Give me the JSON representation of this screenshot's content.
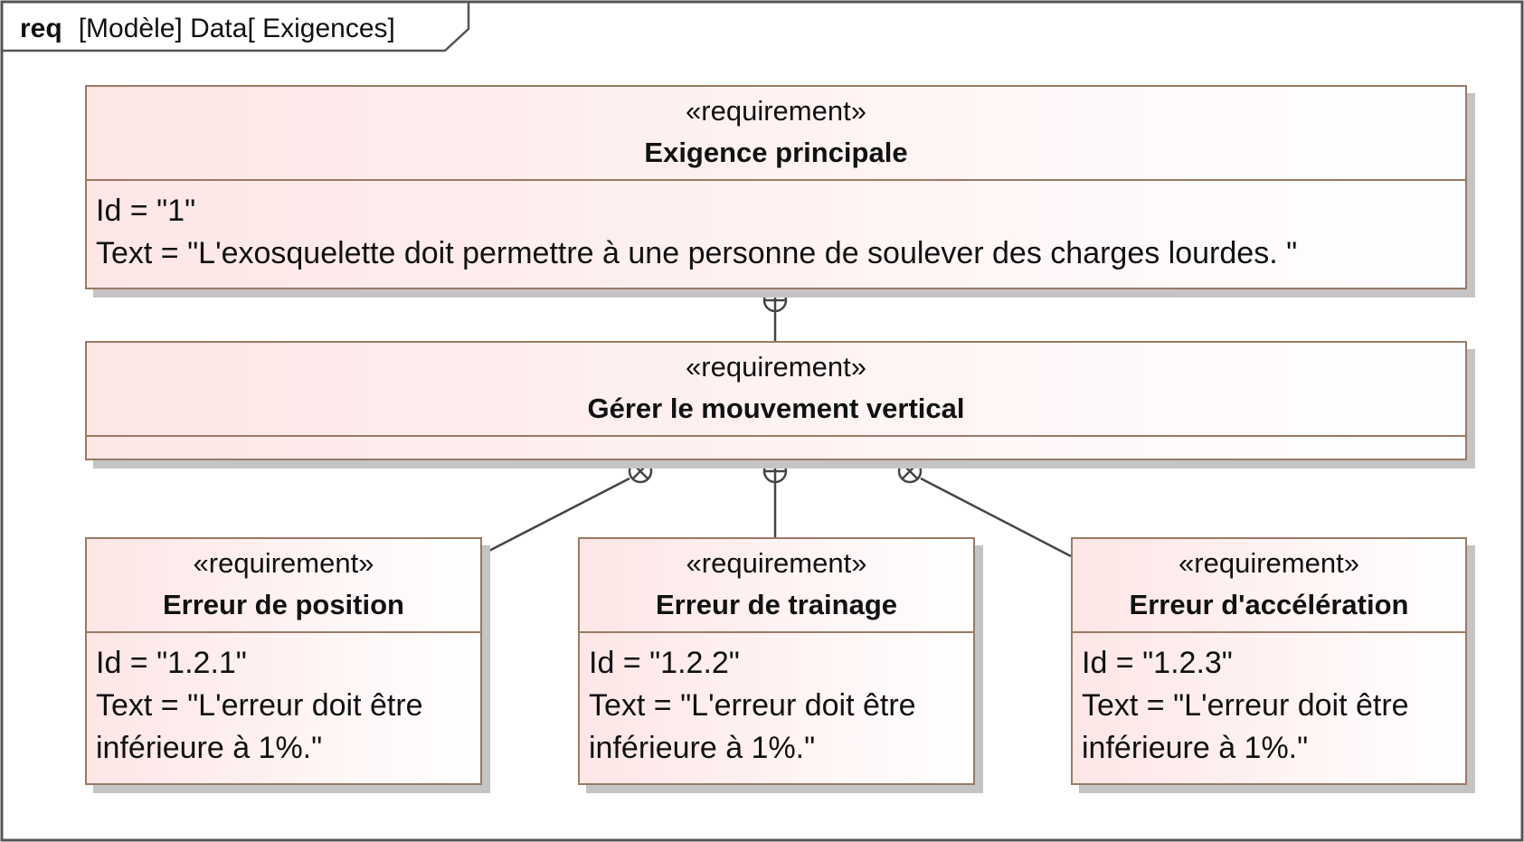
{
  "frame": {
    "keyword": "req",
    "label": "[Modèle] Data[ Exigences]"
  },
  "requirements": {
    "main": {
      "stereotype": "«requirement»",
      "name": "Exigence principale",
      "id_text": "Id = \"1\"",
      "text_lines": [
        "Text = \"L'exosquelette doit permettre à une personne de soulever des charges lourdes. \""
      ]
    },
    "vertical": {
      "stereotype": "«requirement»",
      "name": "Gérer le mouvement vertical"
    },
    "position": {
      "stereotype": "«requirement»",
      "name": "Erreur de position",
      "id_text": "Id = \"1.2.1\"",
      "text_lines": [
        "Text = \"L'erreur doit être",
        "inférieure à 1%.\""
      ]
    },
    "trainage": {
      "stereotype": "«requirement»",
      "name": "Erreur de trainage",
      "id_text": "Id = \"1.2.2\"",
      "text_lines": [
        "Text = \"L'erreur doit être",
        "inférieure à 1%.\""
      ]
    },
    "acceleration": {
      "stereotype": "«requirement»",
      "name": "Erreur d'accélération",
      "id_text": "Id = \"1.2.3\"",
      "text_lines": [
        "Text = \"L'erreur doit être",
        "inférieure à 1%.\""
      ]
    }
  },
  "relations": [
    {
      "type": "containment",
      "from": "Exigence principale",
      "to": "Gérer le mouvement vertical"
    },
    {
      "type": "containment",
      "from": "Gérer le mouvement vertical",
      "to": "Erreur de position"
    },
    {
      "type": "containment",
      "from": "Gérer le mouvement vertical",
      "to": "Erreur de trainage"
    },
    {
      "type": "containment",
      "from": "Gérer le mouvement vertical",
      "to": "Erreur d'accélération"
    }
  ],
  "colors": {
    "border": "#9a7a63",
    "fill_start": "#fde6e6",
    "shadow": "#c4c4c4",
    "frame": "#555555"
  }
}
